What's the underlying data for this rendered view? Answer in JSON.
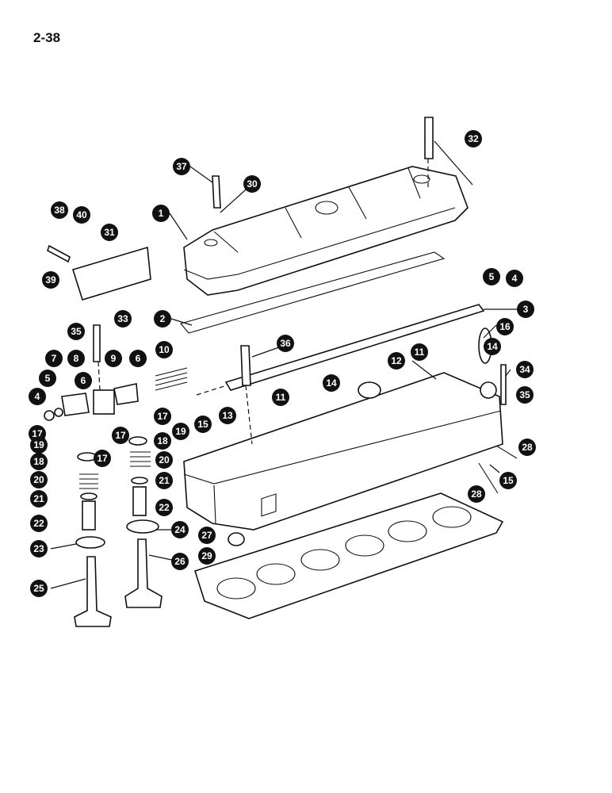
{
  "page": {
    "number": "2-38"
  },
  "colors": {
    "ink": "#111111",
    "paper": "#ffffff"
  },
  "callouts": [
    {
      "id": "c1",
      "label": "1"
    },
    {
      "id": "c2",
      "label": "2"
    },
    {
      "id": "c3",
      "label": "3"
    },
    {
      "id": "c4a",
      "label": "4"
    },
    {
      "id": "c4b",
      "label": "4"
    },
    {
      "id": "c5a",
      "label": "5"
    },
    {
      "id": "c5b",
      "label": "5"
    },
    {
      "id": "c6a",
      "label": "6"
    },
    {
      "id": "c6b",
      "label": "6"
    },
    {
      "id": "c7",
      "label": "7"
    },
    {
      "id": "c8",
      "label": "8"
    },
    {
      "id": "c9",
      "label": "9"
    },
    {
      "id": "c10",
      "label": "10"
    },
    {
      "id": "c11a",
      "label": "11"
    },
    {
      "id": "c11b",
      "label": "11"
    },
    {
      "id": "c12",
      "label": "12"
    },
    {
      "id": "c13",
      "label": "13"
    },
    {
      "id": "c14a",
      "label": "14"
    },
    {
      "id": "c14b",
      "label": "14"
    },
    {
      "id": "c15a",
      "label": "15"
    },
    {
      "id": "c15b",
      "label": "15"
    },
    {
      "id": "c16",
      "label": "16"
    },
    {
      "id": "c17a",
      "label": "17"
    },
    {
      "id": "c17b",
      "label": "17"
    },
    {
      "id": "c17c",
      "label": "17"
    },
    {
      "id": "c17d",
      "label": "17"
    },
    {
      "id": "c18a",
      "label": "18"
    },
    {
      "id": "c18b",
      "label": "18"
    },
    {
      "id": "c19a",
      "label": "19"
    },
    {
      "id": "c19b",
      "label": "19"
    },
    {
      "id": "c20a",
      "label": "20"
    },
    {
      "id": "c20b",
      "label": "20"
    },
    {
      "id": "c21a",
      "label": "21"
    },
    {
      "id": "c21b",
      "label": "21"
    },
    {
      "id": "c22a",
      "label": "22"
    },
    {
      "id": "c22b",
      "label": "22"
    },
    {
      "id": "c23",
      "label": "23"
    },
    {
      "id": "c24",
      "label": "24"
    },
    {
      "id": "c25",
      "label": "25"
    },
    {
      "id": "c26",
      "label": "26"
    },
    {
      "id": "c27",
      "label": "27"
    },
    {
      "id": "c28a",
      "label": "28"
    },
    {
      "id": "c28b",
      "label": "28"
    },
    {
      "id": "c29",
      "label": "29"
    },
    {
      "id": "c30",
      "label": "30"
    },
    {
      "id": "c31",
      "label": "31"
    },
    {
      "id": "c32",
      "label": "32"
    },
    {
      "id": "c33",
      "label": "33"
    },
    {
      "id": "c34",
      "label": "34"
    },
    {
      "id": "c35a",
      "label": "35"
    },
    {
      "id": "c35b",
      "label": "35"
    },
    {
      "id": "c36",
      "label": "36"
    },
    {
      "id": "c37",
      "label": "37"
    },
    {
      "id": "c38",
      "label": "38"
    },
    {
      "id": "c39",
      "label": "39"
    },
    {
      "id": "c40",
      "label": "40"
    }
  ]
}
